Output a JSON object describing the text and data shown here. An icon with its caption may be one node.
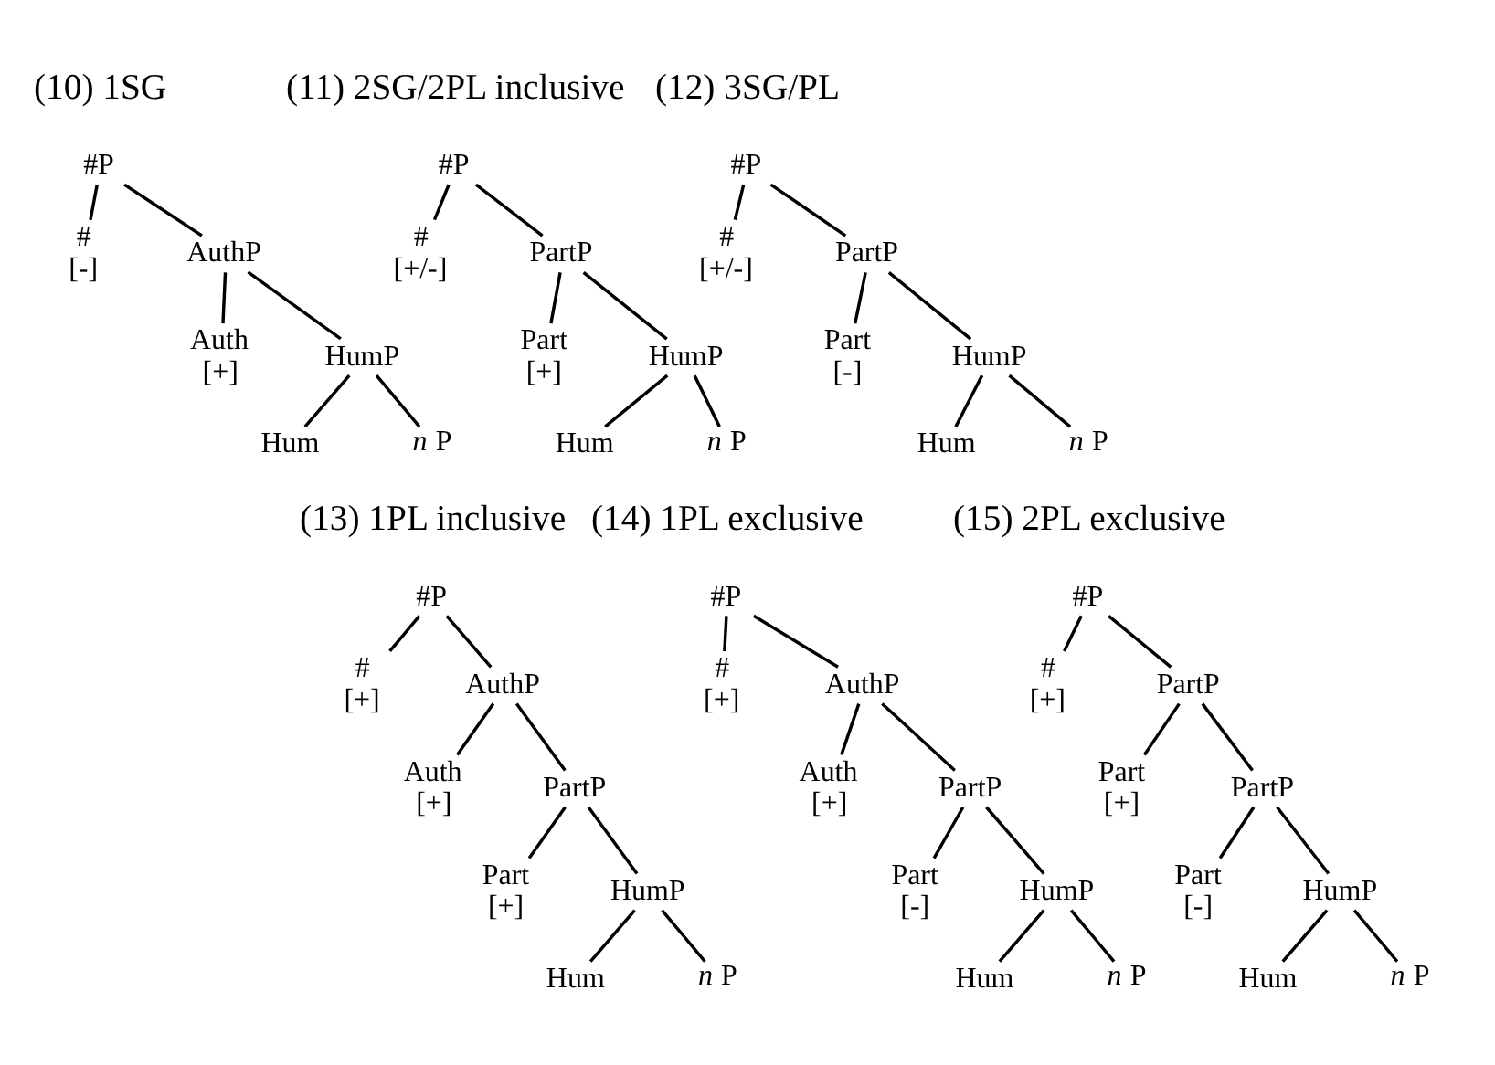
{
  "diagram": {
    "nodes": [
      {
        "text": [
          "#P"
        ]
      },
      {
        "text": [
          "#",
          "[-]"
        ]
      },
      {
        "text": [
          "AuthP"
        ]
      },
      {
        "text": [
          "Auth",
          "[+]"
        ]
      },
      {
        "text": [
          "HumP"
        ]
      },
      {
        "text": [
          "Hum"
        ]
      },
      {
        "text": [
          "*n* P"
        ]
      },
      {
        "text": [
          "#P"
        ]
      },
      {
        "text": [
          "#",
          "[+/-]"
        ]
      },
      {
        "text": [
          "PartP"
        ]
      },
      {
        "text": [
          "Part",
          "[+]"
        ]
      },
      {
        "text": [
          "HumP"
        ]
      },
      {
        "text": [
          "Hum"
        ]
      },
      {
        "text": [
          "*n* P"
        ]
      },
      {
        "text": [
          "#P"
        ]
      },
      {
        "text": [
          "#",
          "[+/-]"
        ]
      },
      {
        "text": [
          "PartP"
        ]
      },
      {
        "text": [
          "Part",
          "[-]"
        ]
      },
      {
        "text": [
          "HumP"
        ]
      },
      {
        "text": [
          "Hum"
        ]
      },
      {
        "text": [
          "*n* P"
        ]
      },
      {
        "text": [
          "#P"
        ]
      },
      {
        "text": [
          "#",
          "[+]"
        ]
      },
      {
        "text": [
          "AuthP"
        ]
      },
      {
        "text": [
          "Auth",
          "[+]"
        ]
      },
      {
        "text": [
          "PartP"
        ]
      },
      {
        "text": [
          "Part",
          "[+]"
        ]
      },
      {
        "text": [
          "HumP"
        ]
      },
      {
        "text": [
          "Hum"
        ]
      },
      {
        "text": [
          "*n* P"
        ]
      },
      {
        "text": [
          "#P"
        ]
      },
      {
        "text": [
          "#",
          "[+]"
        ]
      },
      {
        "text": [
          "AuthP"
        ]
      },
      {
        "text": [
          "Auth",
          "[+]"
        ]
      },
      {
        "text": [
          "PartP"
        ]
      },
      {
        "text": [
          "Part",
          "[-]"
        ]
      },
      {
        "text": [
          "HumP"
        ]
      },
      {
        "text": [
          "Hum"
        ]
      },
      {
        "text": [
          "*n* P"
        ]
      },
      {
        "text": [
          "#P"
        ]
      },
      {
        "text": [
          "#",
          "[+]"
        ]
      },
      {
        "text": [
          "PartP"
        ]
      },
      {
        "text": [
          "Part",
          "[+]"
        ]
      },
      {
        "text": [
          "PartP"
        ]
      },
      {
        "text": [
          "Part",
          "[-]"
        ]
      },
      {
        "text": [
          "HumP"
        ]
      },
      {
        "text": [
          "Hum"
        ]
      },
      {
        "text": [
          "*n* P"
        ]
      }
    ],
    "edges": [
      {
        "from": 0,
        "to": 1,
        "arrow": "none"
      },
      {
        "from": 0,
        "to": 2,
        "arrow": "none"
      },
      {
        "from": 2,
        "to": 3,
        "arrow": "none"
      },
      {
        "from": 2,
        "to": 4,
        "arrow": "none"
      },
      {
        "from": 4,
        "to": 5,
        "arrow": "none"
      },
      {
        "from": 4,
        "to": 6,
        "arrow": "none"
      },
      {
        "from": 7,
        "to": 8,
        "arrow": "none"
      },
      {
        "from": 7,
        "to": 9,
        "arrow": "none"
      },
      {
        "from": 9,
        "to": 10,
        "arrow": "none"
      },
      {
        "from": 9,
        "to": 11,
        "arrow": "none"
      },
      {
        "from": 11,
        "to": 12,
        "arrow": "none"
      },
      {
        "from": 11,
        "to": 13,
        "arrow": "none"
      },
      {
        "from": 14,
        "to": 15,
        "arrow": "none"
      },
      {
        "from": 14,
        "to": 16,
        "arrow": "none"
      },
      {
        "from": 16,
        "to": 17,
        "arrow": "none"
      },
      {
        "from": 16,
        "to": 18,
        "arrow": "none"
      },
      {
        "from": 18,
        "to": 19,
        "arrow": "none"
      },
      {
        "from": 18,
        "to": 20,
        "arrow": "none"
      },
      {
        "from": 21,
        "to": 22,
        "arrow": "none"
      },
      {
        "from": 21,
        "to": 23,
        "arrow": "none"
      },
      {
        "from": 23,
        "to": 24,
        "arrow": "none"
      },
      {
        "from": 23,
        "to": 25,
        "arrow": "none"
      },
      {
        "from": 25,
        "to": 26,
        "arrow": "none"
      },
      {
        "from": 25,
        "to": 27,
        "arrow": "none"
      },
      {
        "from": 27,
        "to": 28,
        "arrow": "none"
      },
      {
        "from": 27,
        "to": 29,
        "arrow": "none"
      },
      {
        "from": 30,
        "to": 31,
        "arrow": "none"
      },
      {
        "from": 30,
        "to": 32,
        "arrow": "none"
      },
      {
        "from": 32,
        "to": 33,
        "arrow": "none"
      },
      {
        "from": 32,
        "to": 34,
        "arrow": "none"
      },
      {
        "from": 34,
        "to": 35,
        "arrow": "none"
      },
      {
        "from": 34,
        "to": 36,
        "arrow": "none"
      },
      {
        "from": 36,
        "to": 37,
        "arrow": "none"
      },
      {
        "from": 36,
        "to": 38,
        "arrow": "none"
      },
      {
        "from": 39,
        "to": 40,
        "arrow": "none"
      },
      {
        "from": 39,
        "to": 41,
        "arrow": "none"
      },
      {
        "from": 41,
        "to": 42,
        "arrow": "none"
      },
      {
        "from": 41,
        "to": 43,
        "arrow": "none"
      },
      {
        "from": 43,
        "to": 44,
        "arrow": "none"
      },
      {
        "from": 43,
        "to": 45,
        "arrow": "none"
      },
      {
        "from": 45,
        "to": 46,
        "arrow": "none"
      },
      {
        "from": 45,
        "to": 47,
        "arrow": "none"
      }
    ],
    "labels": [
      "(10) 1SG",
      "(11) 2SG/2PL inclusive",
      "(12) 3SG/PL",
      "(13) 1PL inclusive",
      "(14) 1PL exclusive",
      "(15) 2PL exclusive"
    ]
  }
}
